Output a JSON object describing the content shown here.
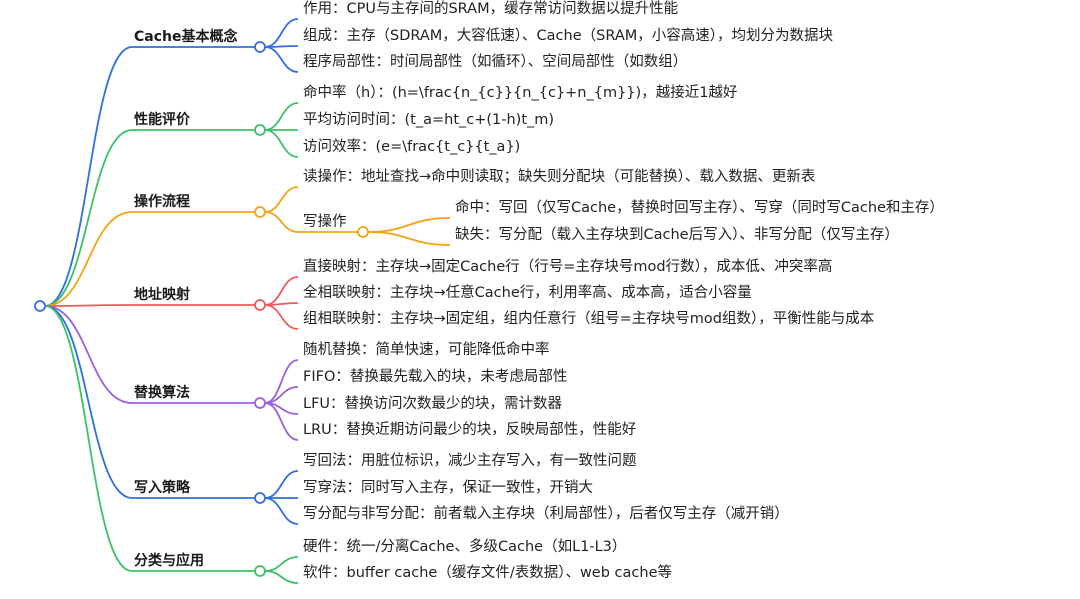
{
  "mindmap": {
    "branches": [
      {
        "label": "Cache基本概念",
        "color": "#2f6fdf",
        "children": [
          {
            "label": "作用：CPU与主存间的SRAM，缓存常访问数据以提升性能"
          },
          {
            "label": "组成：主存（SDRAM，大容低速）、Cache（SRAM，小容高速），均划分为数据块"
          },
          {
            "label": "程序局部性：时间局部性（如循环）、空间局部性（如数组）"
          }
        ]
      },
      {
        "label": "性能评价",
        "color": "#3cc166",
        "children": [
          {
            "label": "命中率（h）：(h=\\frac{n_{c}}{n_{c}+n_{m}})，越接近1越好"
          },
          {
            "label": "平均访问时间：(t_a=ht_c+(1-h)t_m)"
          },
          {
            "label": "访问效率：(e=\\frac{t_c}{t_a})"
          }
        ]
      },
      {
        "label": "操作流程",
        "color": "#f4a316",
        "children": [
          {
            "label": "读操作：地址查找→命中则读取；缺失则分配块（可能替换）、载入数据、更新表"
          },
          {
            "label": "写操作",
            "children": [
              {
                "label": "命中：写回（仅写Cache，替换时回写主存）、写穿（同时写Cache和主存）"
              },
              {
                "label": "缺失：写分配（载入主存块到Cache后写入）、非写分配（仅写主存）"
              }
            ]
          }
        ]
      },
      {
        "label": "地址映射",
        "color": "#ef5a5a",
        "children": [
          {
            "label": "直接映射：主存块→固定Cache行（行号=主存块号mod行数），成本低、冲突率高"
          },
          {
            "label": "全相联映射：主存块→任意Cache行，利用率高、成本高，适合小容量"
          },
          {
            "label": "组相联映射：主存块→固定组，组内任意行（组号=主存块号mod组数），平衡性能与成本"
          }
        ]
      },
      {
        "label": "替换算法",
        "color": "#9c5fe0",
        "children": [
          {
            "label": "随机替换：简单快速，可能降低命中率"
          },
          {
            "label": "FIFO：替换最先载入的块，未考虑局部性"
          },
          {
            "label": "LFU：替换访问次数最少的块，需计数器"
          },
          {
            "label": "LRU：替换近期访问最少的块，反映局部性，性能好"
          }
        ]
      },
      {
        "label": "写入策略",
        "color": "#2f6fdf",
        "children": [
          {
            "label": "写回法：用脏位标识，减少主存写入，有一致性问题"
          },
          {
            "label": "写穿法：同时写入主存，保证一致性，开销大"
          },
          {
            "label": "写分配与非写分配：前者载入主存块（利局部性），后者仅写主存（减开销）"
          }
        ]
      },
      {
        "label": "分类与应用",
        "color": "#3cc166",
        "children": [
          {
            "label": "硬件：统一/分离Cache、多级Cache（如L1-L3）"
          },
          {
            "label": "软件：buffer cache（缓存文件/表数据）、web cache等"
          }
        ]
      }
    ]
  }
}
